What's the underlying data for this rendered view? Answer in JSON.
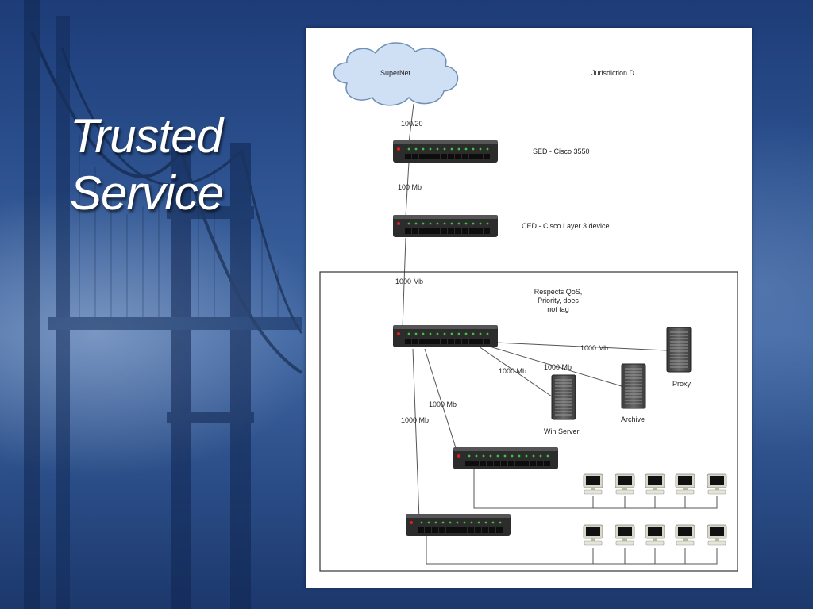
{
  "slide": {
    "title_line1": "Trusted",
    "title_line2": "Service"
  },
  "diagram": {
    "cloud_label": "SuperNet",
    "jurisdiction_label": "Jurisdiction D",
    "sed_label": "SED - Cisco 3550",
    "ced_label": "CED - Cisco Layer 3 device",
    "group_note_line1": "Respects QoS,",
    "group_note_line2": "Priority, does",
    "group_note_line3": "not tag",
    "server_proxy": "Proxy",
    "server_archive": "Archive",
    "server_win": "Win Server",
    "links": {
      "cloud_sed": "100/20",
      "sed_ced": "100 Mb",
      "ced_core": "1000 Mb",
      "core_proxy": "1000 Mb",
      "core_archive": "1000 Mb",
      "core_win": "1000 Mb",
      "core_access1": "1000 Mb",
      "core_access2": "1000 Mb"
    },
    "colors": {
      "cloud_fill": "#cfe0f5",
      "switch_body": "#2c2c2c",
      "port_led": "#3ec43e",
      "power_led": "#e02020"
    }
  }
}
